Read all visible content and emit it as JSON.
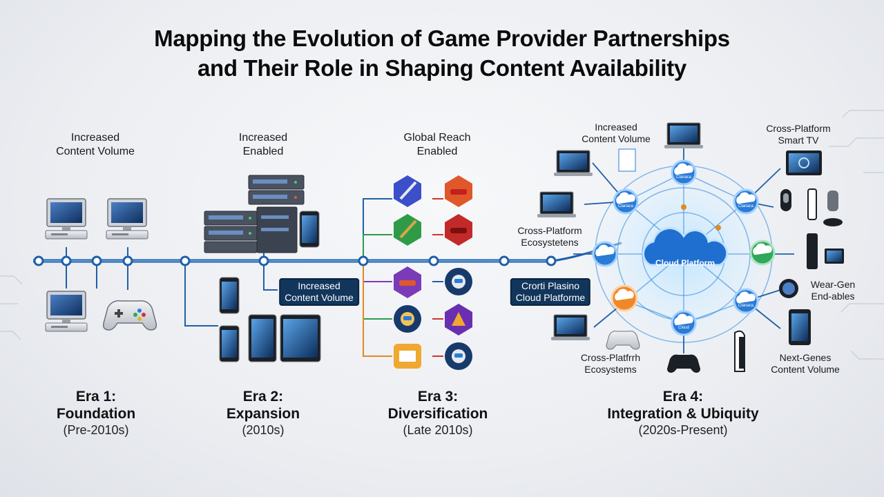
{
  "title": {
    "line1": "Mapping the Evolution of Game Provider Partnerships",
    "line2": "and Their Role in Shaping Content Availability"
  },
  "eras": [
    {
      "name_line1": "Era 1:",
      "name_line2": "Foundation",
      "period": "(Pre-2010s)",
      "caption_line1": "Increased",
      "caption_line2": "Content Volume"
    },
    {
      "name_line1": "Era 2:",
      "name_line2": "Expansion",
      "period": "(2010s)",
      "caption_line1": "Increased",
      "caption_line2": "Enabled",
      "tag_line1": "Increased",
      "tag_line2": "Content Volume"
    },
    {
      "name_line1": "Era 3:",
      "name_line2": "Diversification",
      "period": "(Late 2010s)",
      "caption_line1": "Global Reach",
      "caption_line2": "Enabled",
      "tag_line1": "Crorti Plasino",
      "tag_line2": "Cloud Platforme"
    },
    {
      "name_line1": "Era 4:",
      "name_line2": "Integration & Ubiquity",
      "period": "(2020s-Present)"
    }
  ],
  "network": {
    "hub_label": "Cloud Platform",
    "node_label": "Clanaca",
    "node_label_alt": "Cloud",
    "labels": {
      "top_left_1": "Increased",
      "top_left_2": "Content Volume",
      "top_right_1": "Cross-Platform",
      "top_right_2": "Smart TV",
      "mid_left_1": "Cross-Platform",
      "mid_left_2": "Ecosystetens",
      "right_1": "Wear-Gen",
      "right_2": "End-ables",
      "bottom_left_1": "Cross-Platfrrh",
      "bottom_left_2": "Ecosystems",
      "bottom_right_1": "Next-Genes",
      "bottom_right_2": "Content Volume"
    }
  },
  "colors": {
    "timeline": "#1f5fa8",
    "node": "#2b7bd6",
    "dark_box": "#12355b",
    "cloud_orange": "#f0882a",
    "cloud_green": "#2fa85a"
  }
}
